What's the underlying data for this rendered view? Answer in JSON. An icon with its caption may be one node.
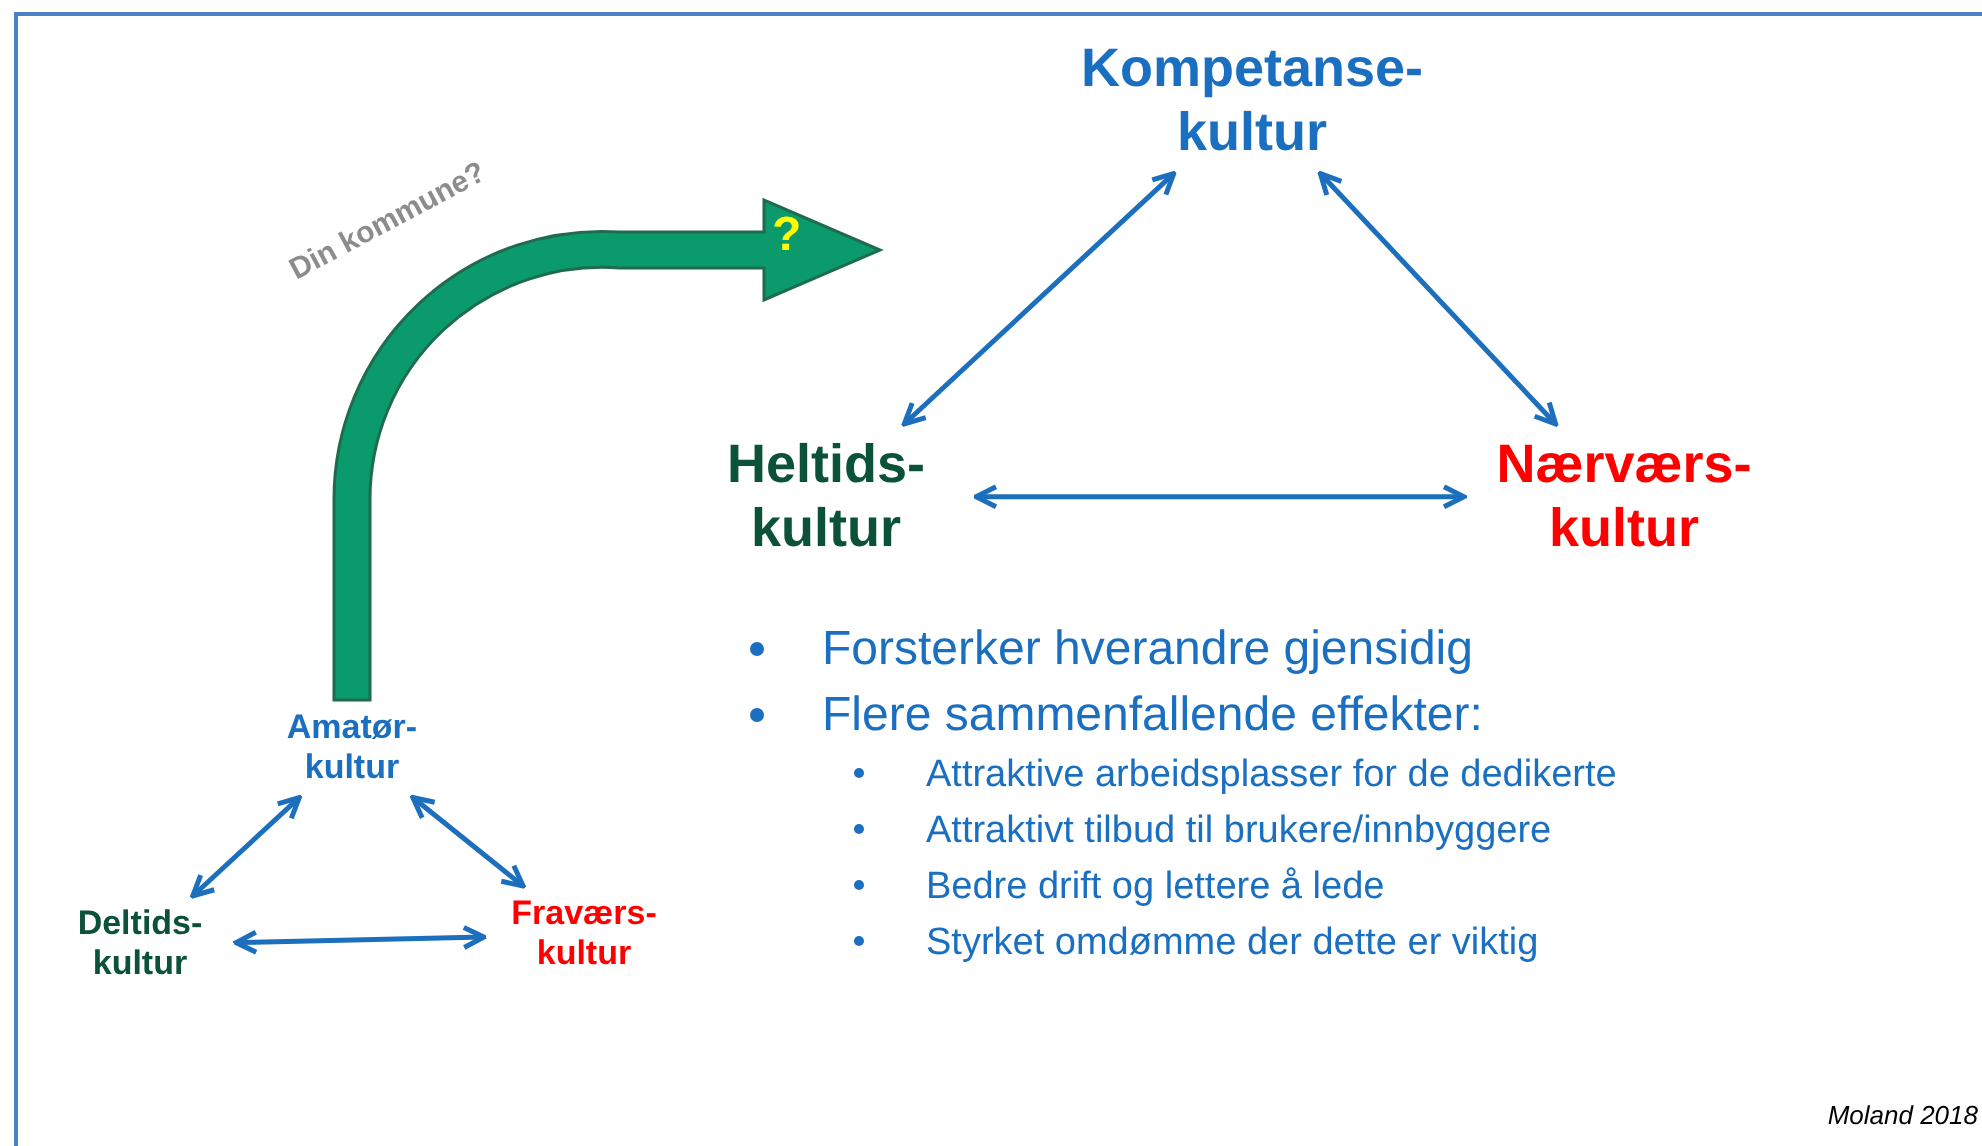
{
  "diagram": {
    "nodes": [
      {
        "text": [
          "Kompetanse- kultur"
        ]
      },
      {
        "text": [
          "Heltids- kultur"
        ]
      },
      {
        "text": [
          "Nærværs- kultur"
        ]
      },
      {
        "text": [
          "Amatør- kultur"
        ]
      },
      {
        "text": [
          "Deltids- kultur"
        ]
      },
      {
        "text": [
          "Fraværs- kultur"
        ]
      }
    ],
    "edges": [
      {
        "from": 0,
        "to": 1,
        "arrow": "both"
      },
      {
        "from": 0,
        "to": 2,
        "arrow": "both"
      },
      {
        "from": 1,
        "to": 2,
        "arrow": "both"
      },
      {
        "from": 3,
        "to": 4,
        "arrow": "both"
      },
      {
        "from": 3,
        "to": 5,
        "arrow": "both"
      },
      {
        "from": 4,
        "to": 5,
        "arrow": "both"
      },
      {
        "from": 3,
        "to": null,
        "arrow": "to",
        "style": "thick",
        "color": "#0a9a6c"
      }
    ],
    "labels": [
      "Din kommune?",
      "?",
      "Forsterker hverandre gjensidig",
      "Flere sammenfallende effekter:",
      "Attraktive arbeidsplasser for de dedikerte",
      "Attraktivt tilbud til brukere/innbyggere",
      "Bedre drift og lettere å lede",
      "Styrket omdømme der dette er viktig",
      "Moland 2018"
    ]
  }
}
